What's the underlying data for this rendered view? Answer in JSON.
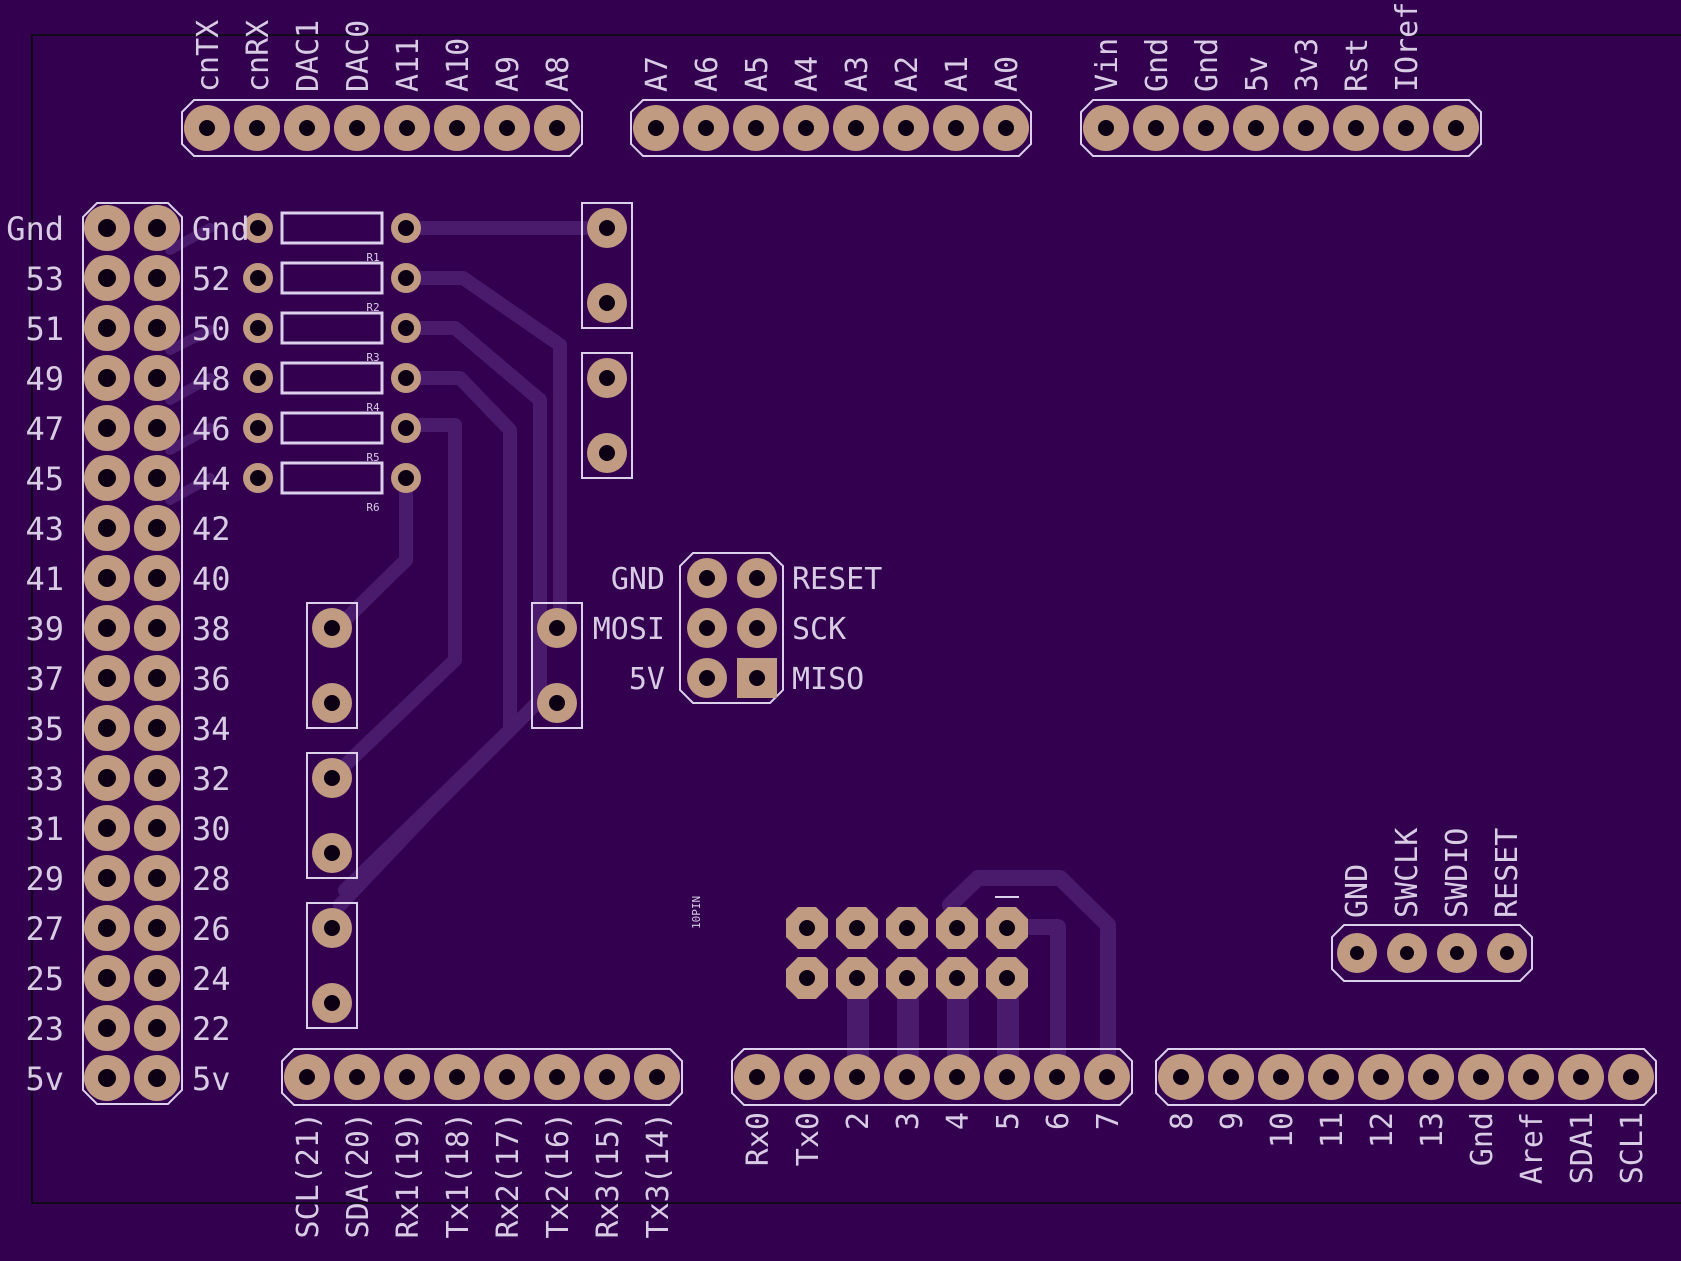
{
  "colors": {
    "board": "#32004f",
    "trace": "#4a1a6d",
    "copper": "#c19a82",
    "drill": "#0d0014",
    "silk": "#dcd0ea"
  },
  "headers": {
    "top1": [
      "cnTX",
      "cnRX",
      "DAC1",
      "DAC0",
      "A11",
      "A10",
      "A9",
      "A8"
    ],
    "top2": [
      "A7",
      "A6",
      "A5",
      "A4",
      "A3",
      "A2",
      "A1",
      "A0"
    ],
    "top3": [
      "Vin",
      "Gnd",
      "Gnd",
      "5v",
      "3v3",
      "Rst",
      "IOref",
      ""
    ],
    "bottom1": [
      "SCL(21)",
      "SDA(20)",
      "Rx1(19)",
      "Tx1(18)",
      "Rx2(17)",
      "Tx2(16)",
      "Rx3(15)",
      "Tx3(14)"
    ],
    "bottom2": [
      "Rx0",
      "Tx0",
      "2",
      "3",
      "4",
      "5",
      "6",
      "7"
    ],
    "bottom3": [
      "8",
      "9",
      "10",
      "11",
      "12",
      "13",
      "Gnd",
      "Aref",
      "SDA1",
      "SCL1"
    ],
    "left_outer": [
      "Gnd",
      "53",
      "51",
      "49",
      "47",
      "45",
      "43",
      "41",
      "39",
      "37",
      "35",
      "33",
      "31",
      "29",
      "27",
      "25",
      "23",
      "5v"
    ],
    "left_inner": [
      "Gnd",
      "52",
      "50",
      "48",
      "46",
      "44",
      "42",
      "40",
      "38",
      "36",
      "34",
      "32",
      "30",
      "28",
      "26",
      "24",
      "22",
      "5v"
    ],
    "resistors": [
      "R1",
      "R2",
      "R3",
      "R4",
      "R5",
      "R6"
    ],
    "icsp": {
      "left": [
        "GND",
        "MOSI",
        "5V"
      ],
      "right": [
        "RESET",
        "SCK",
        "MISO"
      ]
    },
    "swd": [
      "GND",
      "SWCLK",
      "SWDIO",
      "RESET"
    ],
    "tenpin_label": "10PIN"
  }
}
